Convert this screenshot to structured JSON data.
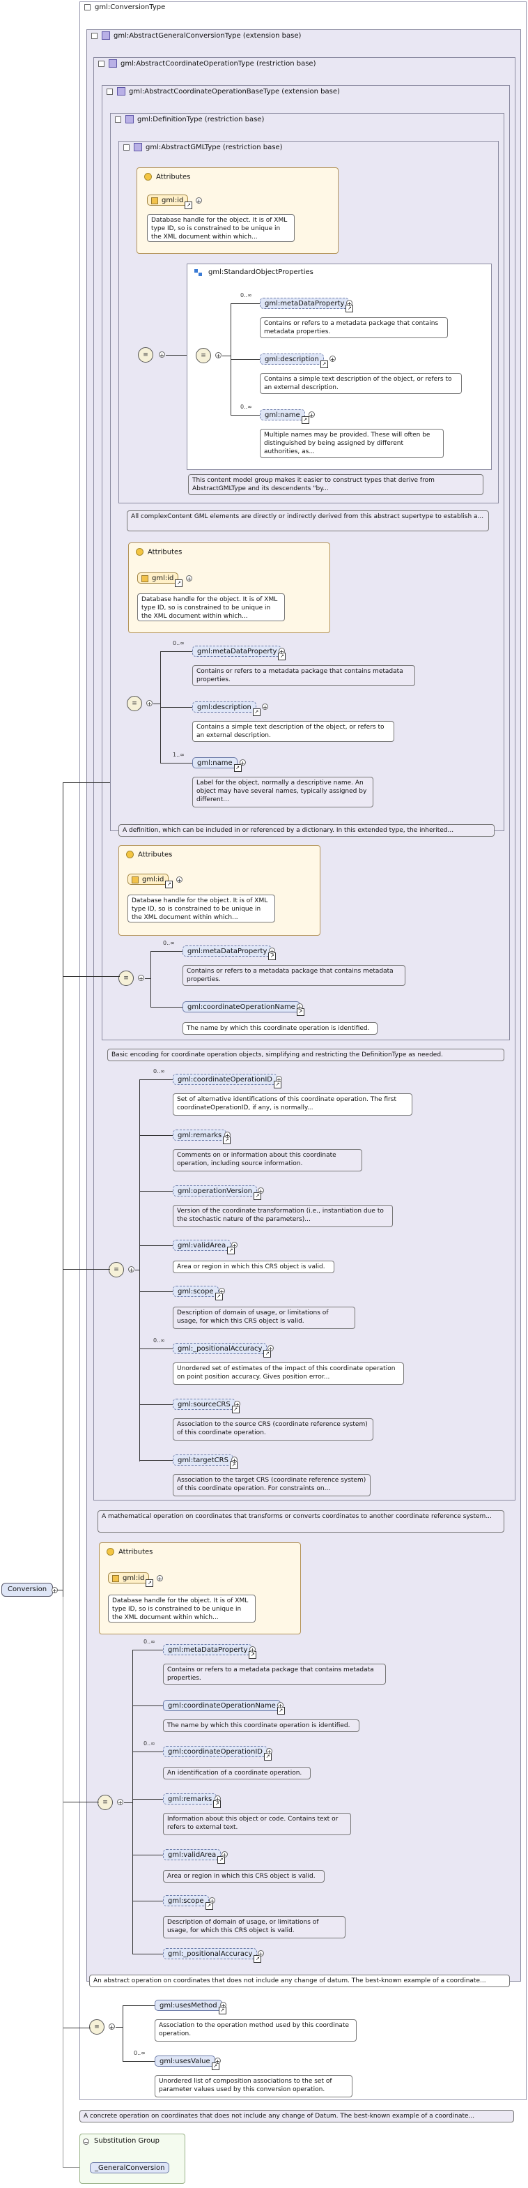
{
  "root": {
    "label": "Conversion"
  },
  "types": {
    "conversion": "gml:ConversionType",
    "general": "gml:AbstractGeneralConversionType (extension base)",
    "coordop": "gml:AbstractCoordinateOperationType (restriction base)",
    "coordopbase": "gml:AbstractCoordinateOperationBaseType (extension base)",
    "definition": "gml:DefinitionType (restriction base)",
    "gml": "gml:AbstractGMLType (restriction base)"
  },
  "attributes_title": "Attributes",
  "gml_id": "gml:id",
  "id_doc": "Database handle for the object. It is of XML type ID, so is constrained to be unique in the XML document within which...",
  "stdprops": {
    "label": "gml:StandardObjectProperties",
    "doc": "This content model group makes it easier to construct types that derive from AbstractGMLType and its descendents \"by..."
  },
  "cards": {
    "many": "0..∞",
    "one_many": "1..∞"
  },
  "el": {
    "metaDataProperty": "gml:metaDataProperty",
    "description": "gml:description",
    "name": "gml:name",
    "coordinateOperationName": "gml:coordinateOperationName",
    "coordinateOperationID": "gml:coordinateOperationID",
    "remarks": "gml:remarks",
    "operationVersion": "gml:operationVersion",
    "validArea": "gml:validArea",
    "scope": "gml:scope",
    "positionalAccuracy": "gml:_positionalAccuracy",
    "sourceCRS": "gml:sourceCRS",
    "targetCRS": "gml:targetCRS",
    "usesMethod": "gml:usesMethod",
    "usesValue": "gml:usesValue",
    "generalConversion": "_GeneralConversion"
  },
  "docs": {
    "metaDataProperty": "Contains or refers to a metadata package that contains metadata properties.",
    "description": "Contains a simple text description of the object, or refers to an external description.",
    "name_gml": "Multiple names may be provided. These will often be distinguished by being assigned by different authorities, as...",
    "gml_type": "All complexContent GML elements are directly or indirectly derived from this abstract supertype to establish a...",
    "name_def": "Label for the object, normally a descriptive name. An object may have several names, typically assigned by different...",
    "definition": "A definition, which can be included in or referenced by a dictionary. In this extended type, the inherited...",
    "opname_base": "The name by which this coordinate operation is identified.",
    "coordopbase": "Basic encoding for coordinate operation objects, simplifying and restricting the DefinitionType as needed.",
    "opid_full": "Set of alternative identifications of this coordinate operation. The first coordinateOperationID, if any, is normally...",
    "remarks_full": "Comments on or information about this coordinate operation, including source information.",
    "operationVersion": "Version of the coordinate transformation (i.e., instantiation due to the stochastic nature of the parameters)...",
    "validArea": "Area or region in which this CRS object is valid.",
    "scope": "Description of domain of usage, or limitations of usage, for which this CRS object is valid.",
    "positionalAccuracy": "Unordered set of estimates of the impact of this coordinate operation on point position accuracy. Gives position error...",
    "sourceCRS": "Association to the source CRS (coordinate reference system) of this coordinate operation.",
    "targetCRS": "Association to the target CRS (coordinate reference system) of this coordinate operation. For constraints on...",
    "coordop": "A mathematical operation on coordinates that transforms or converts coordinates to another coordinate reference system...",
    "opname_gen": "The name by which this coordinate operation is identified.",
    "opid_gen": "An identification of a coordinate operation.",
    "remarks_gen": "Information about this object or code. Contains text or refers to external text.",
    "general": "An abstract operation on coordinates that does not include any change of datum. The best-known example of a coordinate...",
    "usesMethod": "Association to the operation method used by this coordinate operation.",
    "usesValue": "Unordered list of composition associations to the set of parameter values used by this conversion operation.",
    "conversion": "A concrete operation on coordinates that does not include any change of Datum. The best-known example of a coordinate..."
  },
  "substitution_group": "Substitution Group",
  "colors": {
    "type_bg": "#e9e7f3",
    "elem_bg": "#dfe6f7",
    "attr_bg": "#fff8e6",
    "group_bg": "#f4fbef"
  }
}
